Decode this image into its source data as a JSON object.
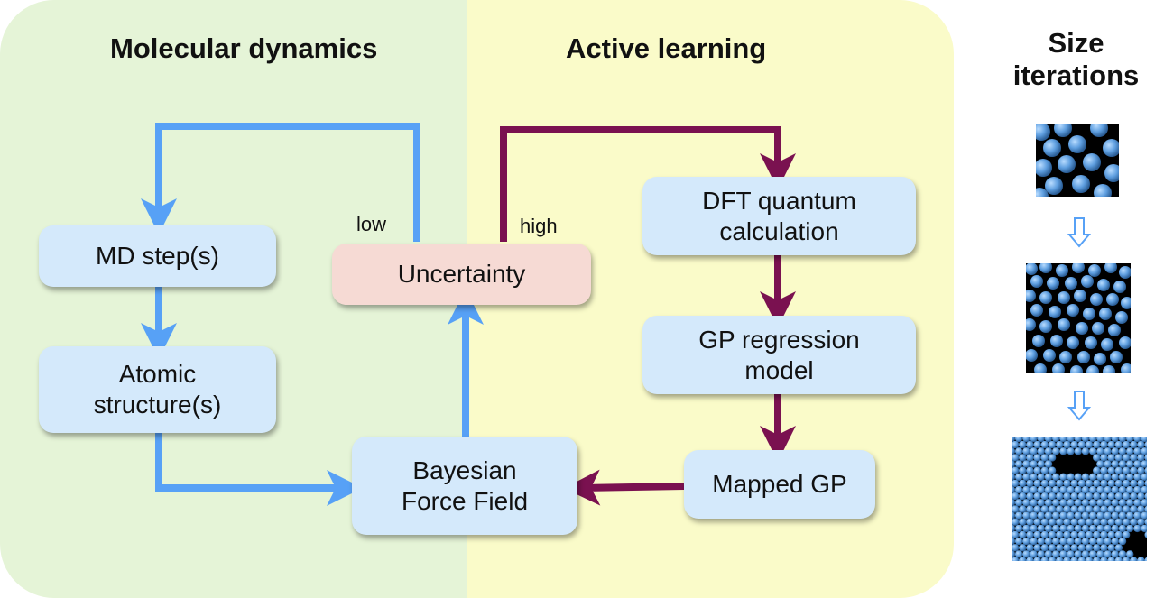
{
  "colors": {
    "md_background": "#e5f4d7",
    "al_background": "#fafbc9",
    "box_fill": "#d4e9fb",
    "uncertainty_fill": "#f6dad4",
    "md_arrow": "#57a1f6",
    "al_arrow": "#7a1150",
    "particle": "#5f9fe0"
  },
  "sections": {
    "md_title": "Molecular dynamics",
    "al_title": "Active learning"
  },
  "boxes": {
    "md_step": "MD step(s)",
    "atomic_line1": "Atomic",
    "atomic_line2": "structure(s)",
    "uncertainty": "Uncertainty",
    "bff_line1": "Bayesian",
    "bff_line2": "Force Field",
    "dft_line1": "DFT quantum",
    "dft_line2": "calculation",
    "gp_line1": "GP regression",
    "gp_line2": "model",
    "mapped_gp": "Mapped GP"
  },
  "edge_labels": {
    "low": "low",
    "high": "high"
  },
  "side": {
    "title_line1": "Size",
    "title_line2": "iterations"
  }
}
